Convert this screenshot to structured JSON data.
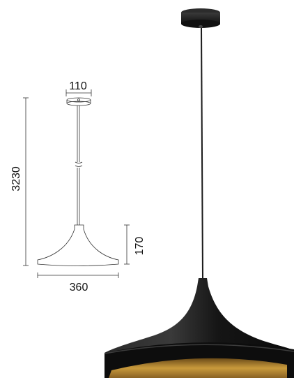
{
  "dimensions": {
    "canopy_width": "110",
    "total_height": "3230",
    "shade_height": "170",
    "shade_diameter": "360"
  },
  "colors": {
    "lamp_body": "#141414",
    "lamp_interior": "#b8862e",
    "drawing_line": "#333333"
  }
}
